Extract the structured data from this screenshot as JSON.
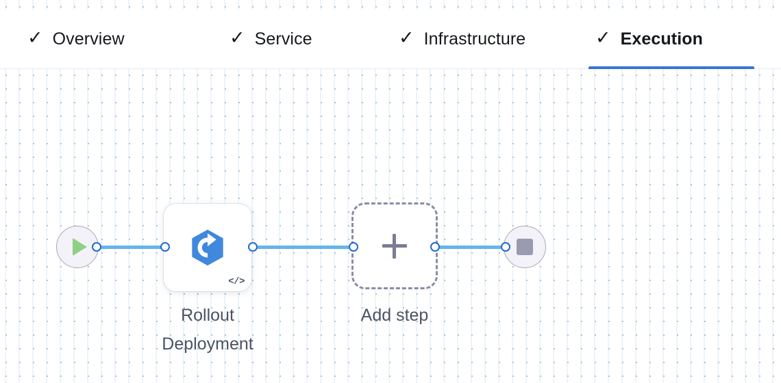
{
  "tabs": [
    {
      "label": "Overview",
      "icon": "check-icon",
      "checked": true,
      "active": false
    },
    {
      "label": "Service",
      "icon": "check-icon",
      "checked": true,
      "active": false
    },
    {
      "label": "Infrastructure",
      "icon": "check-icon",
      "checked": true,
      "active": false
    },
    {
      "label": "Execution",
      "icon": "check-icon",
      "checked": true,
      "active": true
    }
  ],
  "check_glyph": "✓",
  "pipeline": {
    "start_node": {
      "icon": "play-icon",
      "name": "start"
    },
    "end_node": {
      "icon": "stop-icon",
      "name": "end"
    },
    "steps": [
      {
        "label": "Rollout\nDeployment",
        "icon": "rollout-deployment-icon",
        "badge": "</>"
      },
      {
        "label": "Add step",
        "icon": "plus-icon"
      }
    ]
  },
  "colors": {
    "accent": "#3576d3",
    "edge": "#66b4ec",
    "port_border": "#1f6ad4",
    "node_icon_blue": "#3f88dd",
    "play_green": "#8fd086",
    "stop_grey": "#9a9ab0",
    "dashed_border": "#8b8ba6",
    "label_text": "#4b5263",
    "tab_text": "#15181c",
    "canvas_dot": "#b4c0ce"
  }
}
